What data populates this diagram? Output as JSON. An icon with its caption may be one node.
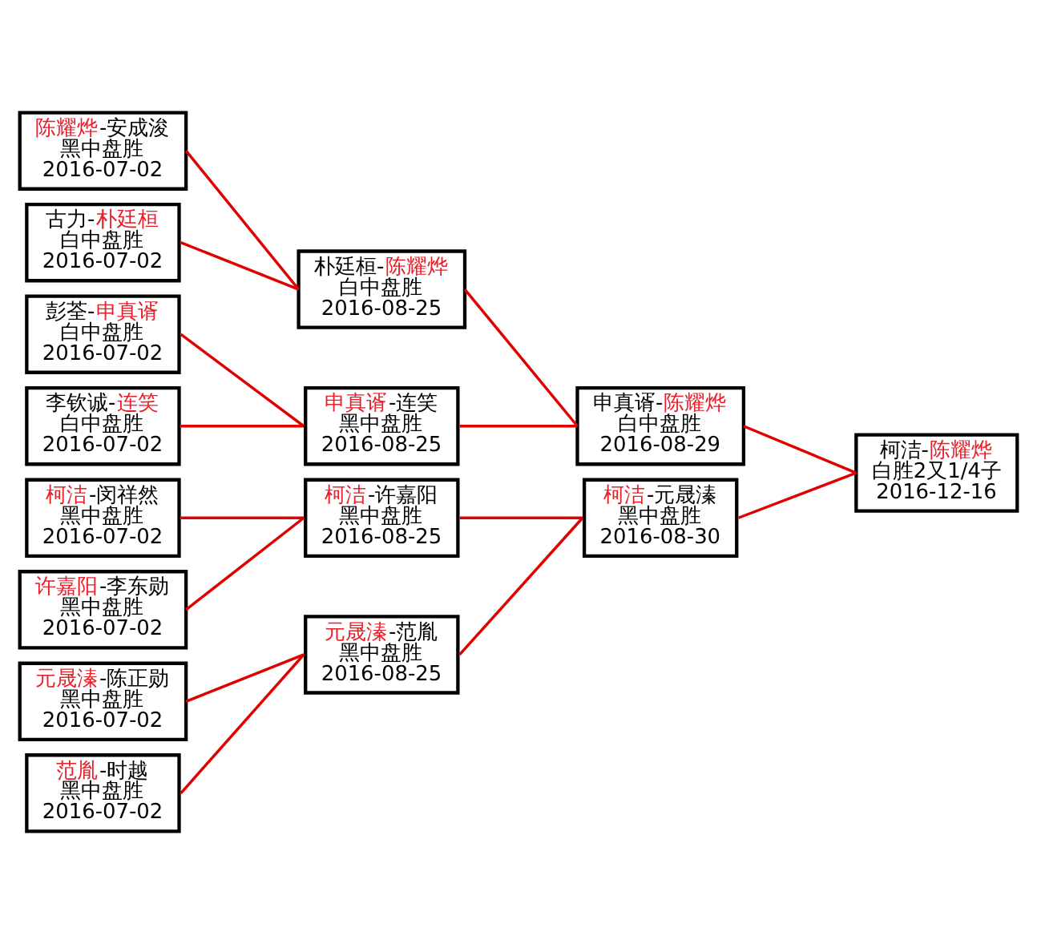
{
  "diagram": {
    "nodes": [
      {
        "text": [
          "陈耀烨-安成浚",
          "黑中盘胜",
          "2016-07-02"
        ]
      },
      {
        "text": [
          "古力-朴廷桓",
          "白中盘胜",
          "2016-07-02"
        ]
      },
      {
        "text": [
          "彭荃-申真谞",
          "白中盘胜",
          "2016-07-02"
        ]
      },
      {
        "text": [
          "李钦诚-连笑",
          "白中盘胜",
          "2016-07-02"
        ]
      },
      {
        "text": [
          "柯洁-闵祥然",
          "黑中盘胜",
          "2016-07-02"
        ]
      },
      {
        "text": [
          "许嘉阳-李东勋",
          "黑中盘胜",
          "2016-07-02"
        ]
      },
      {
        "text": [
          "元晟溱-陈正勋",
          "黑中盘胜",
          "2016-07-02"
        ]
      },
      {
        "text": [
          "范胤-时越",
          "黑中盘胜",
          "2016-07-02"
        ]
      },
      {
        "text": [
          "朴廷桓-陈耀烨",
          "白中盘胜",
          "2016-08-25"
        ]
      },
      {
        "text": [
          "申真谞-连笑",
          "黑中盘胜",
          "2016-08-25"
        ]
      },
      {
        "text": [
          "柯洁-许嘉阳",
          "黑中盘胜",
          "2016-08-25"
        ]
      },
      {
        "text": [
          "元晟溱-范胤",
          "黑中盘胜",
          "2016-08-25"
        ]
      },
      {
        "text": [
          "申真谞-陈耀烨",
          "白中盘胜",
          "2016-08-29"
        ]
      },
      {
        "text": [
          "柯洁-元晟溱",
          "黑中盘胜",
          "2016-08-30"
        ]
      },
      {
        "text": [
          "柯洁-陈耀烨",
          "白胜2又1/4子",
          "2016-12-16"
        ]
      }
    ],
    "edges": [
      {
        "from": 0,
        "to": 8,
        "arrow": "none"
      },
      {
        "from": 1,
        "to": 8,
        "arrow": "none"
      },
      {
        "from": 2,
        "to": 9,
        "arrow": "none"
      },
      {
        "from": 3,
        "to": 9,
        "arrow": "none"
      },
      {
        "from": 4,
        "to": 10,
        "arrow": "none"
      },
      {
        "from": 5,
        "to": 10,
        "arrow": "none"
      },
      {
        "from": 6,
        "to": 11,
        "arrow": "none"
      },
      {
        "from": 7,
        "to": 11,
        "arrow": "none"
      },
      {
        "from": 8,
        "to": 12,
        "arrow": "none"
      },
      {
        "from": 9,
        "to": 12,
        "arrow": "none"
      },
      {
        "from": 10,
        "to": 13,
        "arrow": "none"
      },
      {
        "from": 11,
        "to": 13,
        "arrow": "none"
      },
      {
        "from": 12,
        "to": 14,
        "arrow": "none"
      },
      {
        "from": 13,
        "to": 14,
        "arrow": "none"
      }
    ]
  }
}
